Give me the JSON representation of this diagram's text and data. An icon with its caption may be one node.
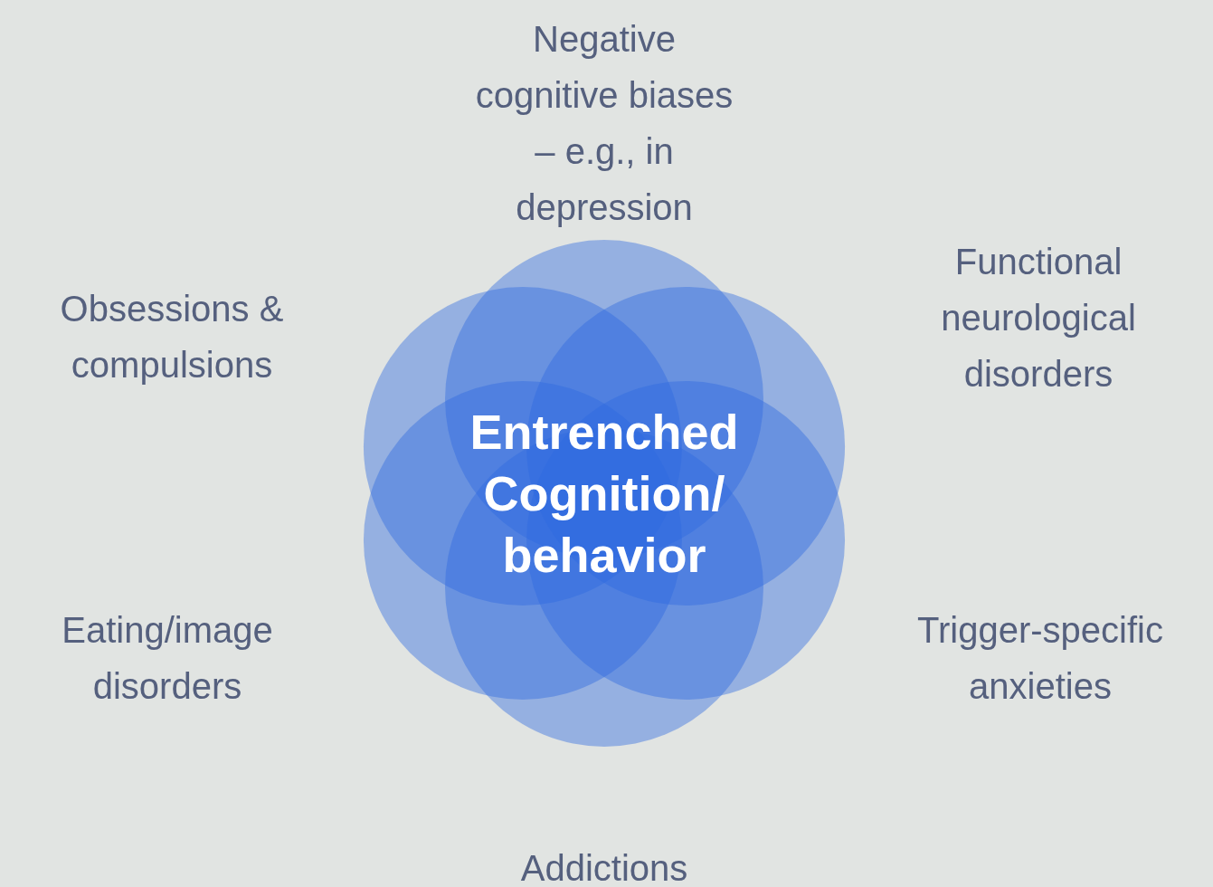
{
  "diagram": {
    "nodes": [
      {
        "text": [
          "Entrenched Cognition/ behavior"
        ]
      }
    ],
    "labels": [
      "Negative cognitive biases – e.g., in depression",
      "Obsessions & compulsions",
      "Functional neurological disorders",
      "Eating/image disorders",
      "Trigger-specific anxieties",
      "Addictions"
    ]
  }
}
